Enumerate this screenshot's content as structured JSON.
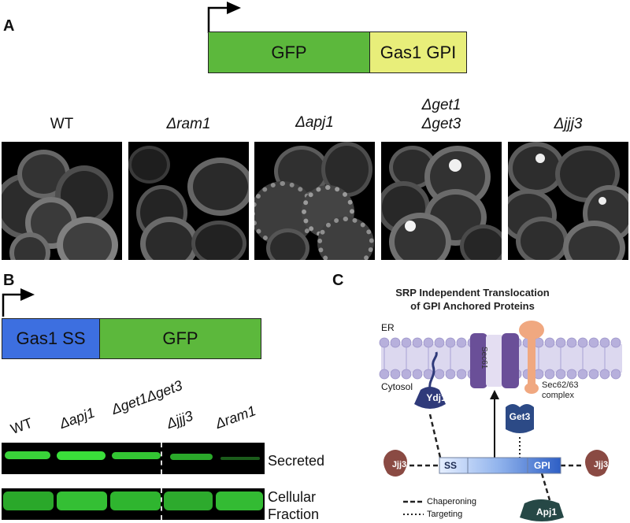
{
  "panels": {
    "a": "A",
    "b": "B",
    "c": "C"
  },
  "panel_a": {
    "construct": {
      "left_label": "GFP",
      "right_label": "Gas1 GPI"
    },
    "strains": [
      {
        "lines": [
          "WT",
          ""
        ],
        "italic": false
      },
      {
        "lines": [
          "Δram1",
          ""
        ],
        "italic": true
      },
      {
        "lines": [
          "Δapj1",
          ""
        ],
        "italic": true
      },
      {
        "lines": [
          "Δget1",
          "Δget3"
        ],
        "italic": true
      },
      {
        "lines": [
          "Δjjj3",
          ""
        ],
        "italic": true
      }
    ]
  },
  "panel_b": {
    "construct": {
      "left_label": "Gas1 SS",
      "right_label": "GFP"
    },
    "lanes": [
      "WT",
      "Δapj1",
      "Δget1Δget3",
      "Δjjj3",
      "Δram1"
    ],
    "row_labels": {
      "secreted": "Secreted",
      "cellular_line1": "Cellular",
      "cellular_line2": "Fraction"
    }
  },
  "panel_c": {
    "title_line1": "SRP Independent Translocation",
    "title_line2": "of GPI Anchored Proteins",
    "er": "ER",
    "cytosol": "Cytosol",
    "sec61": "Sec61",
    "sec6263_line1": "Sec62/63",
    "sec6263_line2": "complex",
    "ydj1": "Ydj1",
    "get3": "Get3",
    "jjj3_left": "Jjj3",
    "jjj3_right": "Jjj3",
    "apj1": "Apj1",
    "ss": "SS",
    "gpi": "GPI",
    "legend_chaperoning": "Chaperoning",
    "legend_targeting": "Targeting"
  },
  "colors": {
    "gfp_green": "#5cb83c",
    "gpi_yellow": "#e8ee7a",
    "ss_blue": "#3d6fe0",
    "sec61_purple": "#6a4f98",
    "ydj1_navy": "#2f3a7a",
    "get3_navy": "#2c4a86",
    "jjj3_brown": "#8a4a43",
    "apj1_dark": "#264846",
    "sec6263_salmon": "#f0a880",
    "membrane_lavender": "#b7b0dc"
  }
}
